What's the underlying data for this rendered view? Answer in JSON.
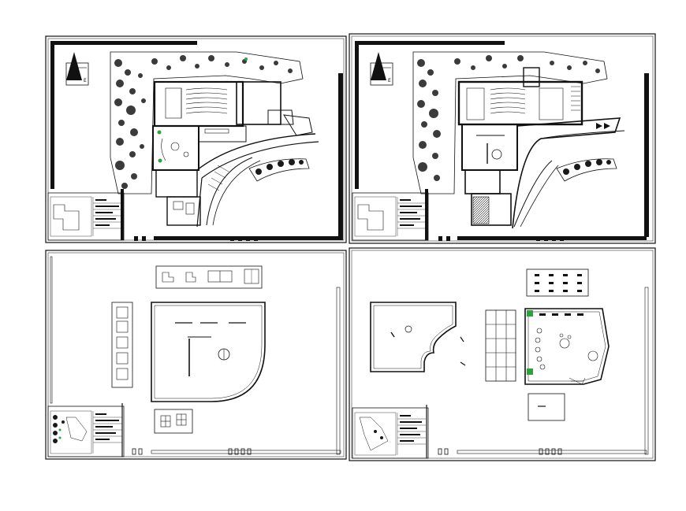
{
  "title": "",
  "sheets": [
    {
      "id": "sheet-1",
      "label": "",
      "north_label": "E",
      "tb_lines": [
        "",
        "",
        "",
        "",
        "",
        ""
      ]
    },
    {
      "id": "sheet-2",
      "label": "",
      "north_label": "E",
      "tb_lines": [
        "",
        "",
        "",
        "",
        "",
        ""
      ]
    },
    {
      "id": "sheet-3",
      "label": "",
      "tb_lines": [
        "",
        "",
        "",
        "",
        "",
        ""
      ]
    },
    {
      "id": "sheet-4",
      "label": "",
      "tb_lines": [
        "",
        "",
        "",
        "",
        "",
        ""
      ]
    }
  ],
  "colors": {
    "line": "#111111",
    "paper": "#ffffff",
    "vegetation": "#1a1a1a",
    "accent_green": "#2fa13a"
  },
  "icons": [
    "north-arrow-icon",
    "tree-icon",
    "stair-icon",
    "column-icon"
  ]
}
